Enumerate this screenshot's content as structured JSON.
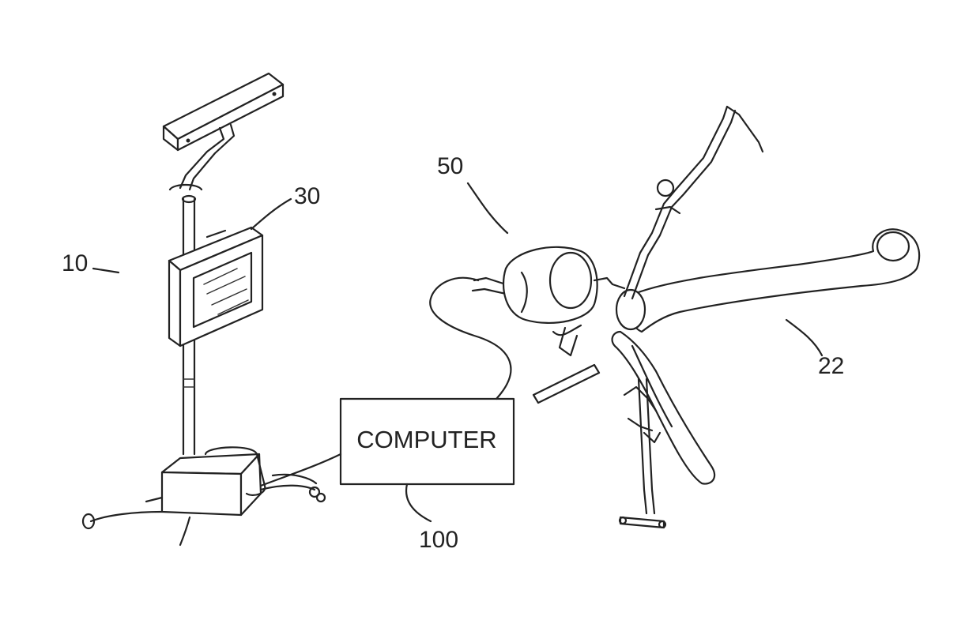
{
  "labels": {
    "tracking_system": "10",
    "monitor": "30",
    "tool": "50",
    "bone": "22",
    "computer_ref": "100"
  },
  "computer_box": {
    "text": "COMPUTER"
  }
}
